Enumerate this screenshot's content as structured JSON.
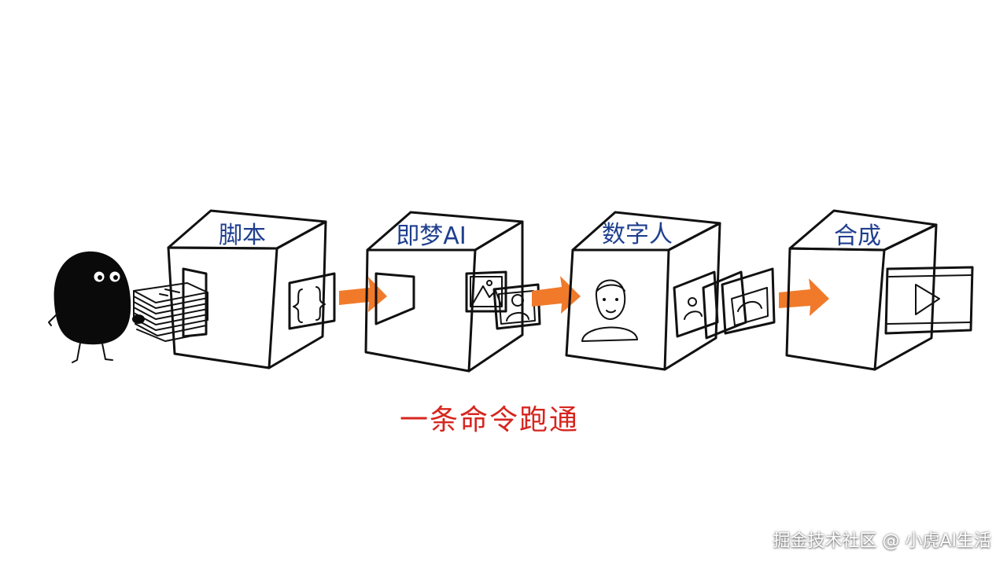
{
  "stages": [
    {
      "label": "脚本"
    },
    {
      "label": "即梦AI"
    },
    {
      "label": "数字人"
    },
    {
      "label": "合成"
    }
  ],
  "caption": "一条命令跑通",
  "watermark": "掘金技术社区 @ 小虎AI生活",
  "colors": {
    "arrow": "#f07a2a",
    "label": "#1f3f8f",
    "caption": "#d6261e"
  },
  "icons": [
    "code-braces-icon",
    "image-icon",
    "portrait-icon",
    "play-icon"
  ]
}
